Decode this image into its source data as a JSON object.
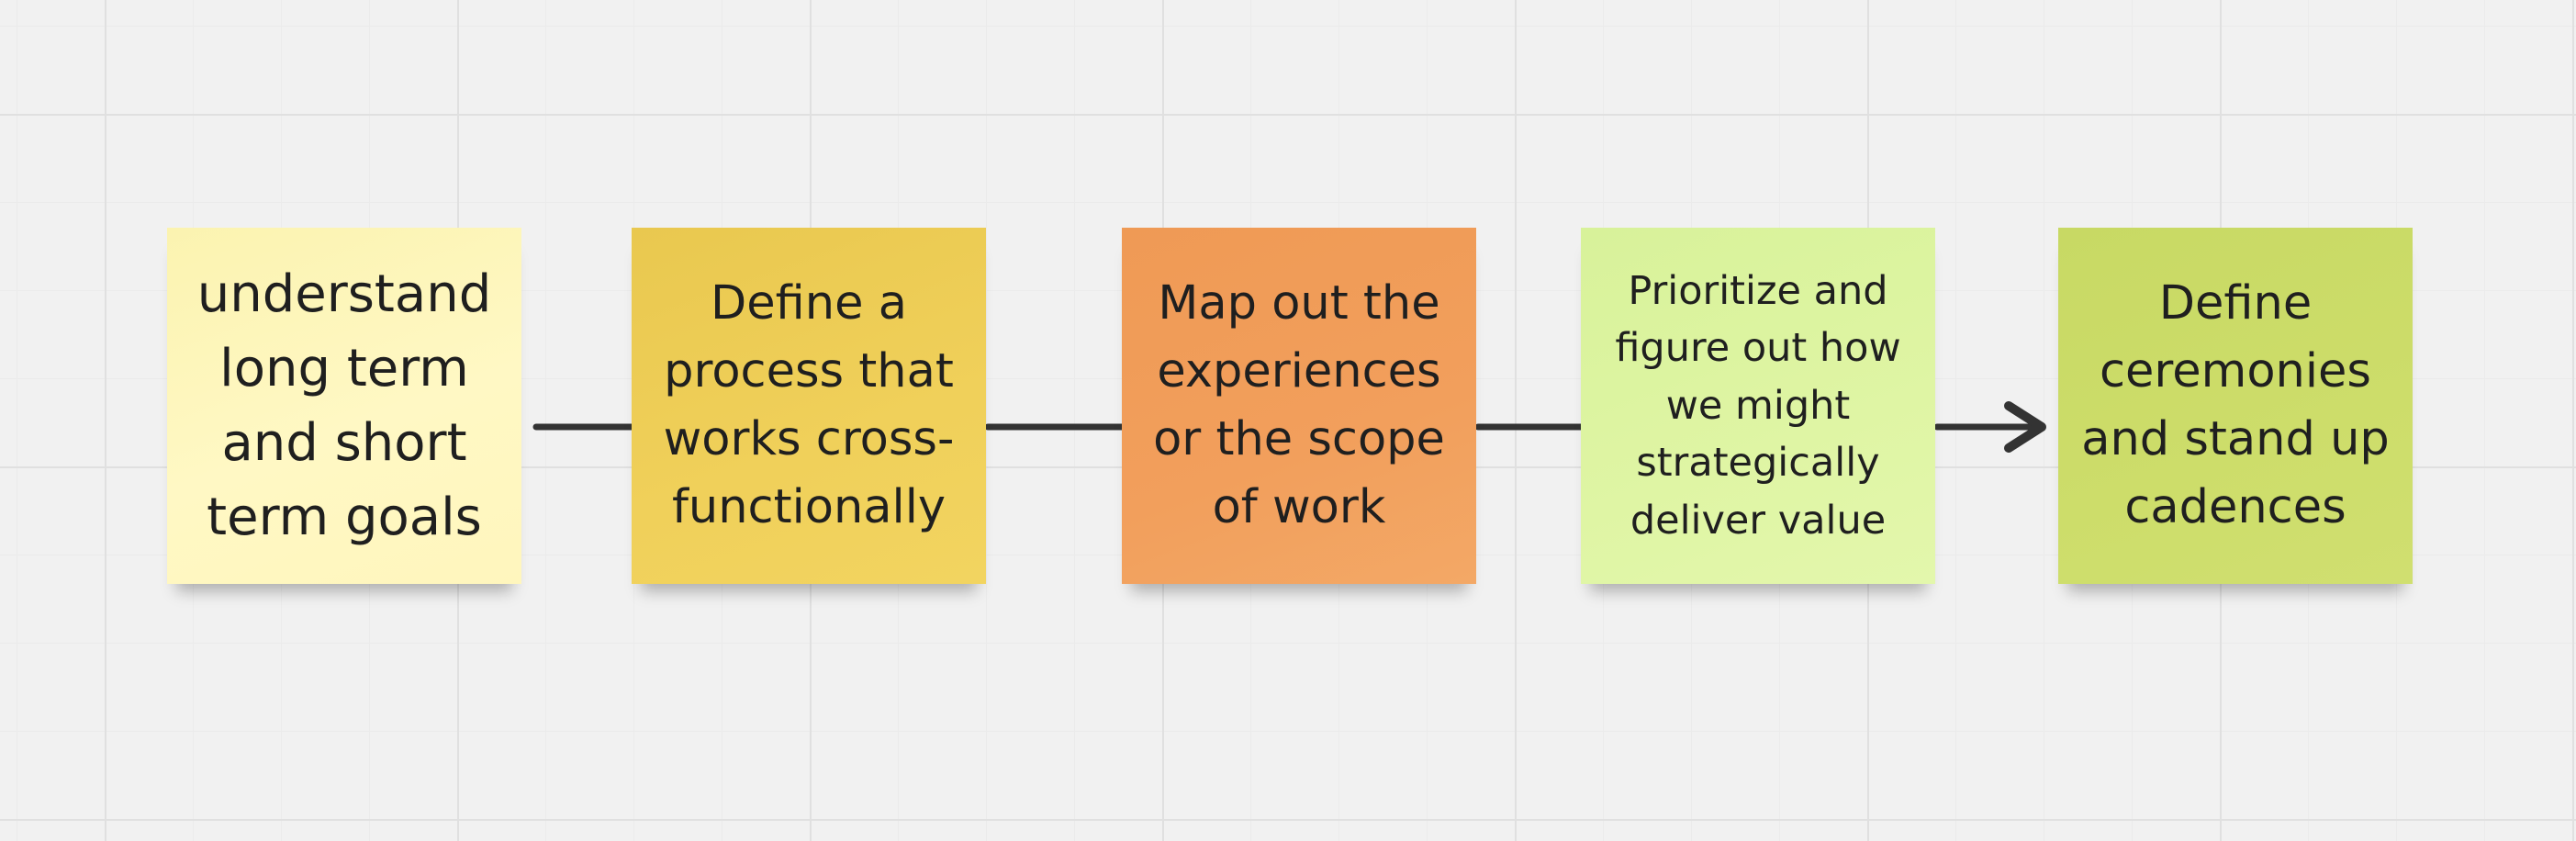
{
  "diagram": {
    "notes": [
      {
        "text": "understand long term and short term goals",
        "color": "#fff6bd"
      },
      {
        "text": "Define a process that works cross-functionally",
        "color": "#f0d05a"
      },
      {
        "text": "Map out the experiences or the scope of work",
        "color": "#f29f5c"
      },
      {
        "text": "Prioritize and figure out how we might strategically deliver value",
        "color": "#dff5a4"
      },
      {
        "text": "Define ceremonies and stand up cadences",
        "color": "#cddd6a"
      }
    ],
    "connector_color": "#333333"
  }
}
